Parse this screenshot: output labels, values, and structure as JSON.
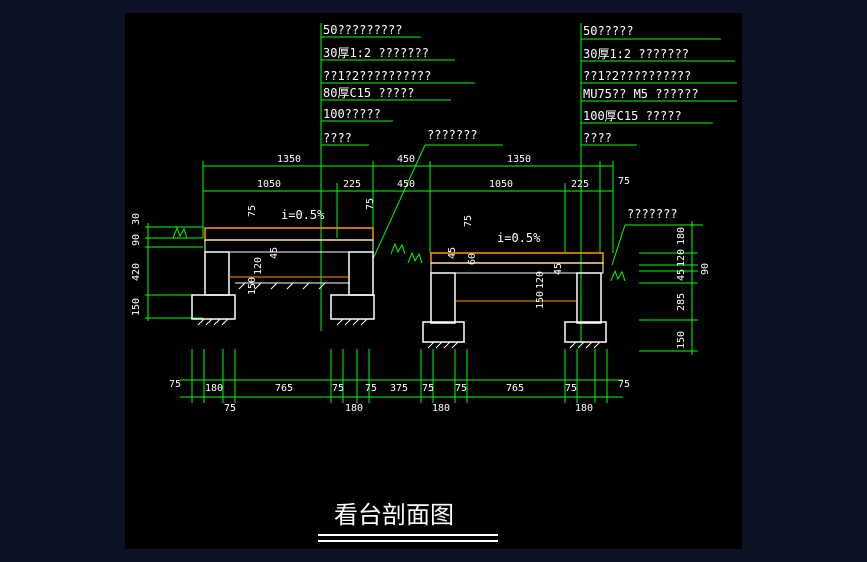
{
  "title": "看台剖面图",
  "colors": {
    "frame": "#0b1225",
    "canvas": "#000000",
    "line": "#00ff00",
    "text": "#ffffff",
    "finish": "#ff9900",
    "struct": "#ffffff"
  },
  "left_notes": [
    "50?????????",
    "30厚1:2 ???????",
    "??1?2??????????",
    "80厚C15 ?????",
    "100?????",
    "????"
  ],
  "right_notes": [
    "50?????",
    "30厚1:2 ???????",
    "??1?2??????????",
    "MU75?? M5 ??????",
    "100厚C15 ?????",
    "????"
  ],
  "callouts": [
    "???????",
    "???????"
  ],
  "slope_labels": [
    "i=0.5%",
    "i=0.5%"
  ],
  "top_dims_1": [
    "1350",
    "450",
    "1350"
  ],
  "top_dims_2": [
    "1050",
    "225",
    "450",
    "1050",
    "225"
  ],
  "top_dim_75": "75",
  "left_vert": [
    "30",
    "90",
    "420",
    "150"
  ],
  "right_vert": [
    "180",
    "120",
    "45",
    "90",
    "285",
    "150"
  ],
  "inner_labels": [
    "75",
    "45",
    "120",
    "150",
    "75",
    "45",
    "60",
    "75",
    "120",
    "150",
    "45"
  ],
  "bottom_row1": [
    "75",
    "180",
    "765",
    "75",
    "75",
    "375",
    "75",
    "75",
    "765",
    "75",
    "75"
  ],
  "bottom_row2": [
    "75",
    "180",
    "180",
    "180"
  ]
}
